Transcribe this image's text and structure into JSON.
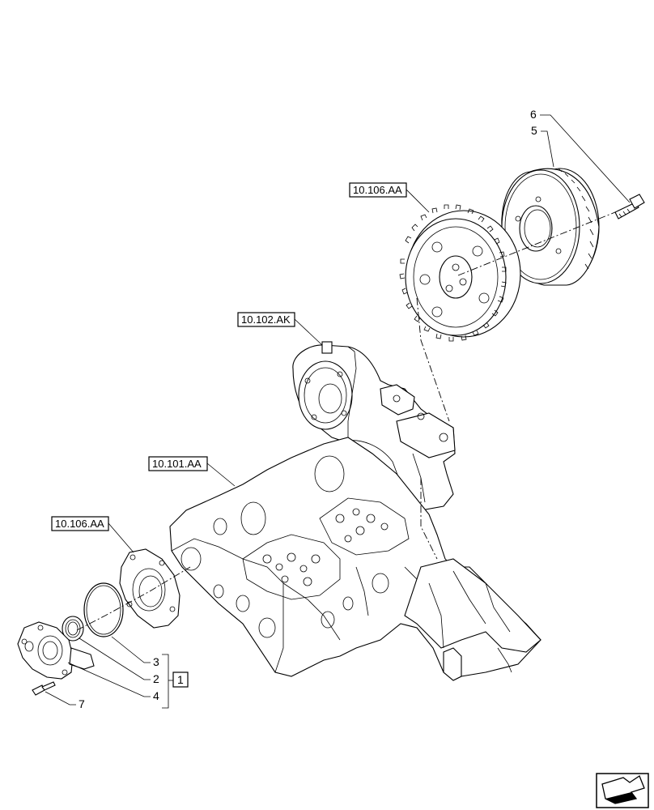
{
  "references": {
    "gear_ref": "10.106.AA",
    "timing_case_ref": "10.102.AK",
    "block_ref": "10.101.AA",
    "cover_ref": "10.106.AA"
  },
  "callouts": {
    "item_6": "6",
    "item_5": "5",
    "item_3": "3",
    "item_2": "2",
    "item_4": "4",
    "item_7": "7",
    "kit_1": "1"
  },
  "nav": {
    "icon": "next-page-arrow-icon"
  }
}
